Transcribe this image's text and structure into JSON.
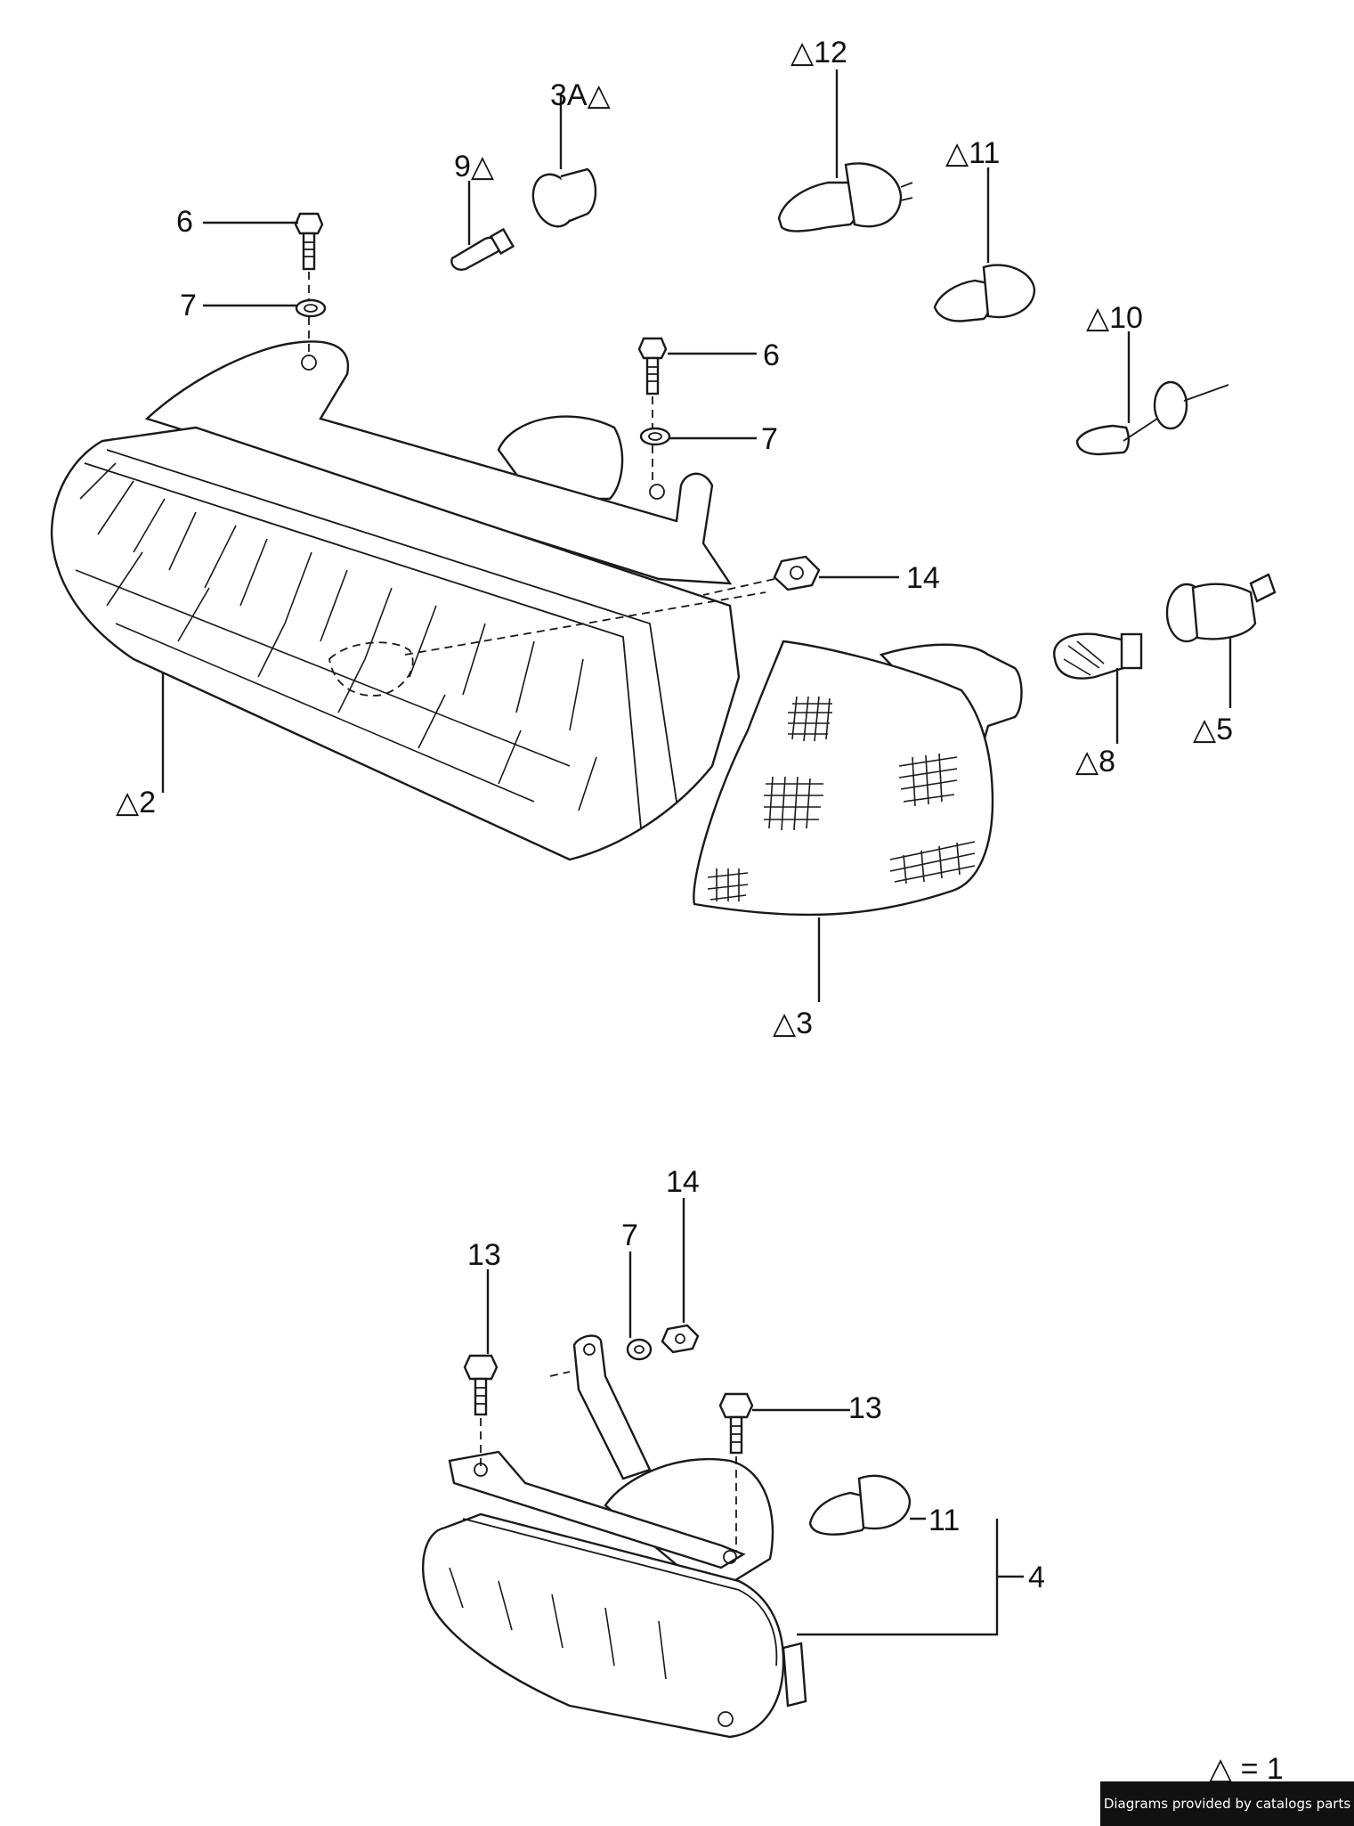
{
  "labels": {
    "l12": "△12",
    "l3a": "3A△",
    "l9": "9△",
    "l11a": "△11",
    "l6a": "6",
    "l7a": "7",
    "l6b": "6",
    "l7b": "7",
    "l10": "△10",
    "l14a": "14",
    "l2": "△2",
    "l8": "△8",
    "l5": "△5",
    "l3": "△3",
    "l14b": "14",
    "l7c": "7",
    "l13a": "13",
    "l13b": "13",
    "l11b": "11",
    "l4": "4"
  },
  "legend": "△ = 1",
  "credit": "Diagrams provided by catalogs parts"
}
